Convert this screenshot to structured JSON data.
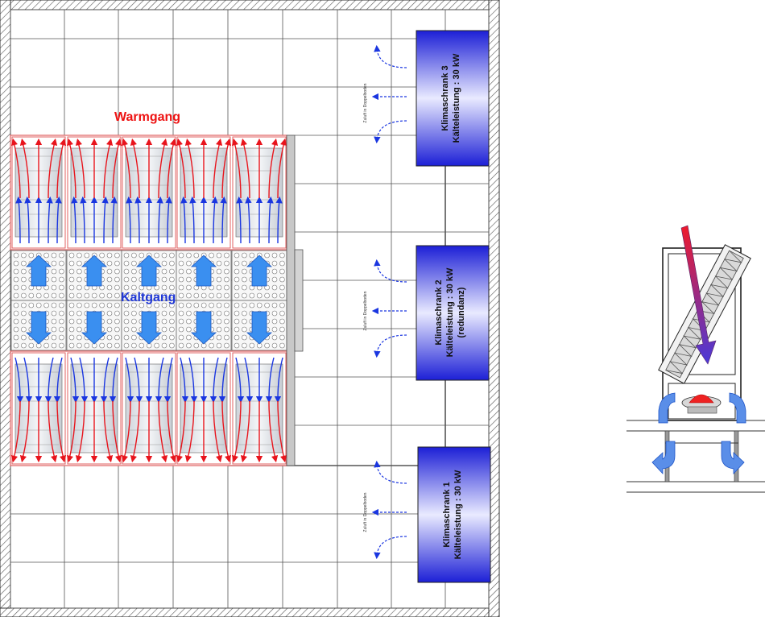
{
  "aisles": {
    "warm_label": "Warmgang",
    "cold_label": "Kaltgang"
  },
  "cooling_units": [
    {
      "id": "3",
      "line1": "Klimaschrank 3",
      "line2": "Kälteleistung : 30 kW",
      "line3": ""
    },
    {
      "id": "2",
      "line1": "Klimaschrank 2",
      "line2": "Kälteleistung : 30 kW",
      "line3": "(redundanz)"
    },
    {
      "id": "1",
      "line1": "Klimaschrank 1",
      "line2": "Kälteleistung : 30 kW",
      "line3": ""
    }
  ],
  "supply_air_label": "Zuluft in Doppelboden",
  "colors": {
    "warm_air": "#e8141c",
    "cold_air": "#1a36e0",
    "unit_top": "#1c1fd6",
    "unit_mid": "#e9eaff",
    "hatch": "#555555",
    "grid": "#444444"
  }
}
